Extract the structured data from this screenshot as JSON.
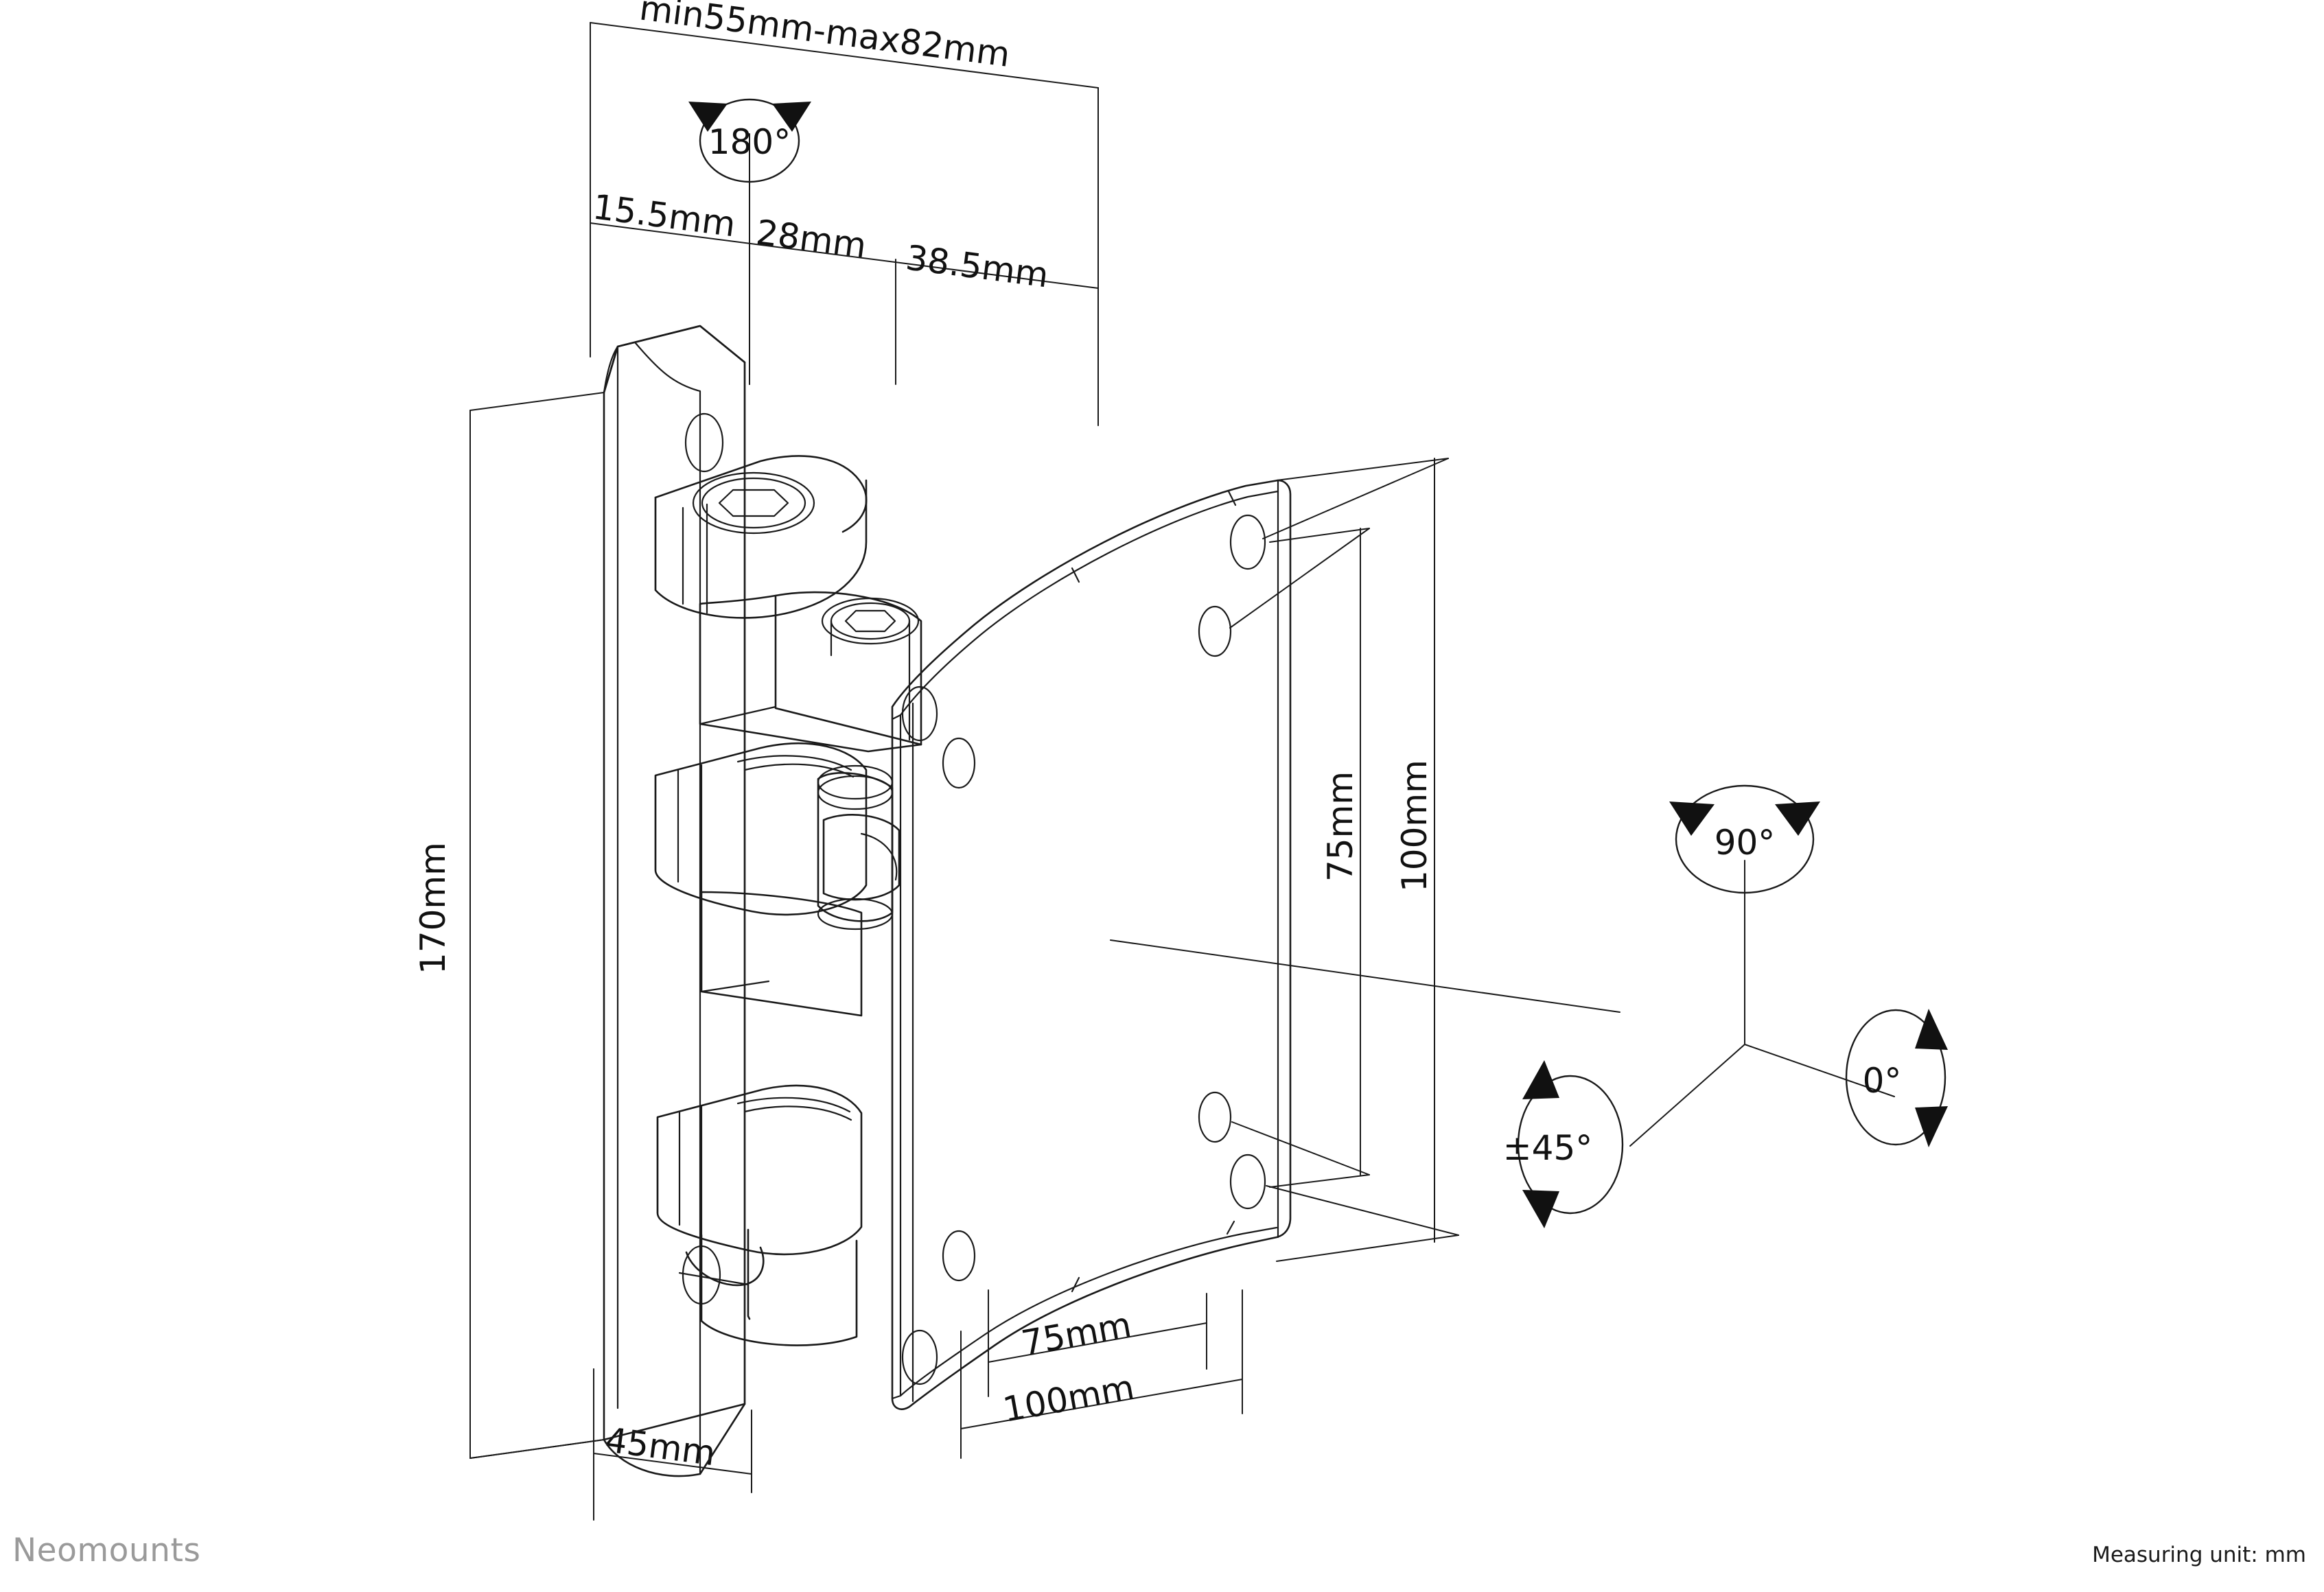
{
  "sheet": {
    "brand": "Neomounts",
    "measuring_unit_note": "Measuring unit: mm",
    "background_color": "#ffffff",
    "line_color": "#1a1a1a",
    "brand_color": "#9a9a9a"
  },
  "drawing": {
    "title": "Monitor wall mount technical dimension drawing",
    "projection": "isometric",
    "unit": "mm"
  },
  "dimensions": {
    "depth_range": "min55mm-max82mm",
    "plate_thickness": "15.5mm",
    "arm_segment": "28mm",
    "offset": "38.5mm",
    "wall_plate_height": "170mm",
    "wall_plate_width": "45mm",
    "vesa_height_small": "75mm",
    "vesa_height_large": "100mm",
    "vesa_width_small": "75mm",
    "vesa_width_large": "100mm"
  },
  "rotations": {
    "swivel": "180°",
    "rotate": "90°",
    "tilt": "±45°",
    "zero": "0°"
  }
}
